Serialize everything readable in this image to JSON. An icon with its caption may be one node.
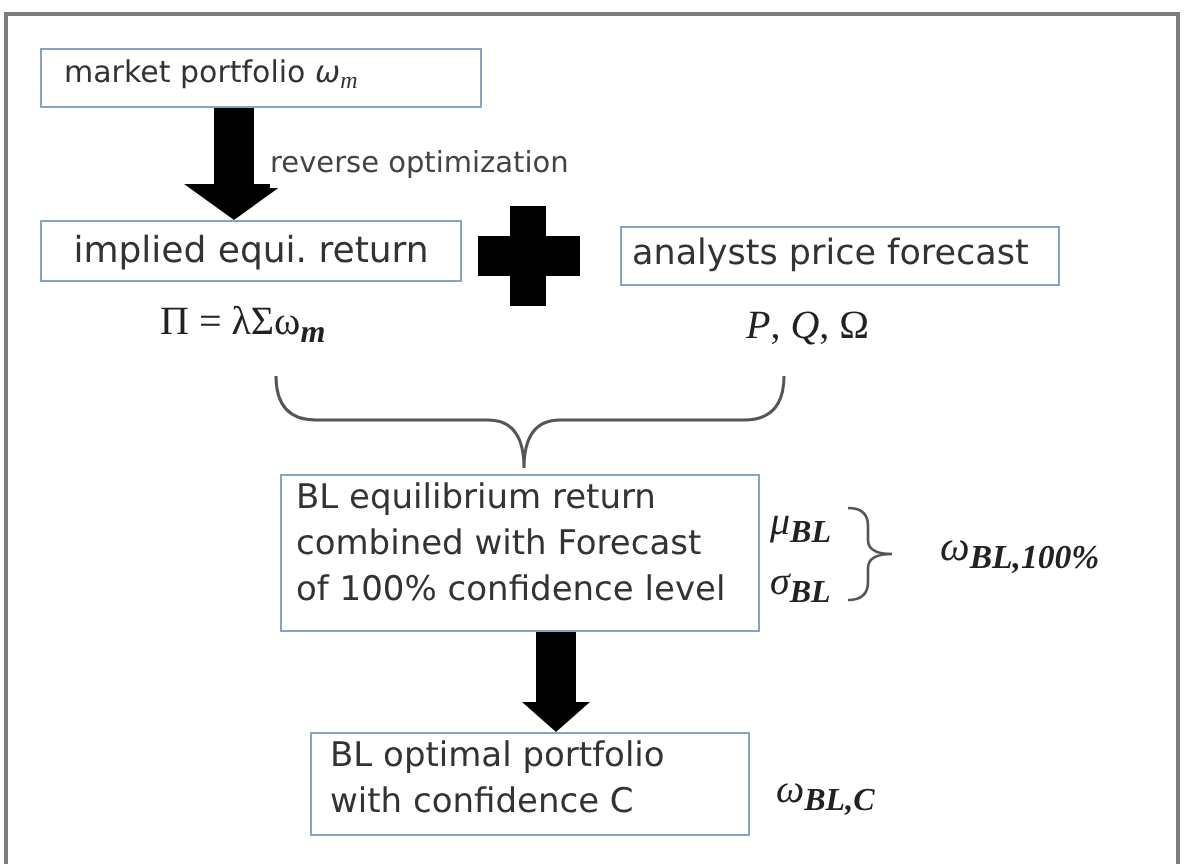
{
  "diagram": {
    "nodes": [
      {
        "text": [
          "market portfolio *ω*$_{m}$"
        ]
      },
      {
        "text": [
          "implied equi. return"
        ],
        "beside": [
          "Π = λΣω$_{m}$"
        ]
      },
      {
        "text": [
          "analysts price forecast"
        ],
        "beside": [
          "*P*, *Q*, Ω"
        ]
      },
      {
        "text": [
          "BL equilibrium return combined with Forecast of 100% confidence level"
        ],
        "beside": [
          "*μ*$_{BL}$",
          "*σ*$_{BL}$"
        ]
      },
      {
        "text": [
          "BL optimal portfolio with confidence C"
        ],
        "beside": [
          "*ω*$_{BL,C}$"
        ]
      }
    ],
    "edges": [
      {
        "from": 0,
        "to": 1,
        "arrow": "to",
        "label": "reverse optimization",
        "style": "thick"
      },
      {
        "from": 3,
        "to": 4,
        "arrow": "to",
        "style": "thick"
      }
    ],
    "labels": [
      "*ω*$_{BL,100%}$"
    ]
  }
}
